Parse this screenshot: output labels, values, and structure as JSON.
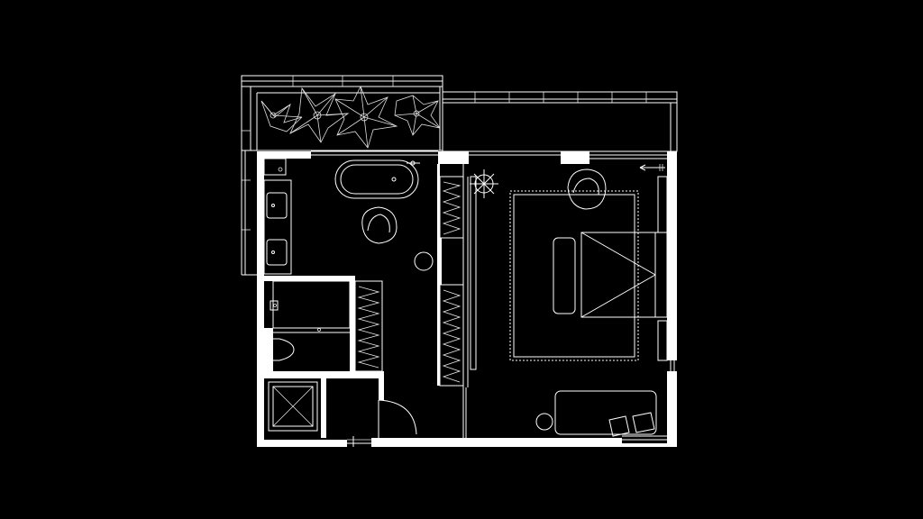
{
  "drawing": {
    "background": "#000000",
    "line_color": "#ffffff",
    "kind": "floor-plan",
    "spaces": [
      "terrace-planter",
      "balcony",
      "bathroom",
      "wc",
      "shower",
      "entry-hall",
      "walk-in-closet",
      "bedroom"
    ],
    "furniture_icons": [
      "bathtub-icon",
      "armchair-icon",
      "side-table-icon",
      "washbasin-icon",
      "toilet-icon",
      "shower-tray-icon",
      "wardrobe-icon",
      "bed-icon",
      "bench-icon",
      "rug-icon",
      "floor-lamp-icon",
      "sofa-icon",
      "pillow-icon",
      "plant-icon",
      "door-swing-icon"
    ]
  }
}
